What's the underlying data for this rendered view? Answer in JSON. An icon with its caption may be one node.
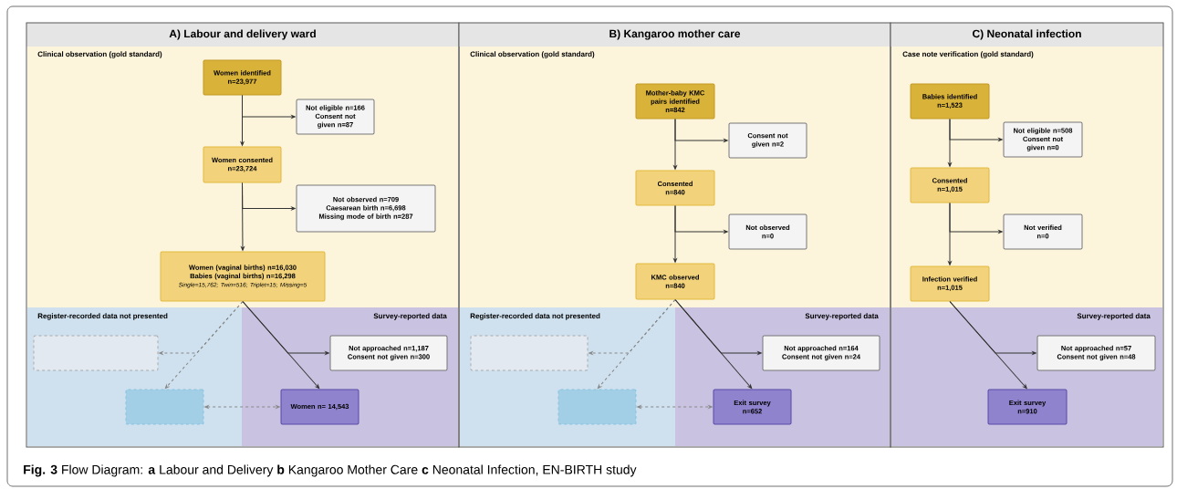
{
  "diagram": {
    "caption": "**Fig. 3** Flow Diagram: **a** Labour and Delivery **b** Kangaroo Mother Care **c** Neonatal Infection, EN-BIRTH study",
    "nodes": [
      {
        "text": [
          "A) Labour and delivery ward"
        ]
      },
      {
        "text": [
          "Clinical observation (gold standard)"
        ],
        "in": 0
      },
      {
        "text": [
          "Women identified",
          "n=23,977"
        ],
        "in": 1
      },
      {
        "text": [
          "Not eligible n=166",
          "Consent not given n=87"
        ],
        "in": 1
      },
      {
        "text": [
          "Women consented",
          "n=23,724"
        ],
        "in": 1
      },
      {
        "text": [
          "Not observed n=709",
          "Caesarean birth n=6,698",
          "Missing mode of birth n=287"
        ],
        "in": 1
      },
      {
        "text": [
          "Women (vaginal births) n=16,030",
          "Babies (vaginal births) n=16,298",
          "Single=15,762; Twin=516; Triplet=15; Missing=5"
        ],
        "in": 1
      },
      {
        "text": [
          "Register-recorded data not presented"
        ],
        "in": 0
      },
      {
        "text": [],
        "shape": "box",
        "in": 7
      },
      {
        "text": [],
        "shape": "box",
        "in": 7
      },
      {
        "text": [
          "Survey-reported data"
        ],
        "in": 0
      },
      {
        "text": [
          "Not approached n=1,187",
          "Consent not given n=300"
        ],
        "in": 10
      },
      {
        "text": [
          "Women n= 14,543"
        ],
        "in": 10
      },
      {
        "text": [
          "B) Kangaroo mother care"
        ]
      },
      {
        "text": [
          "Clinical observation (gold standard)"
        ],
        "in": 13
      },
      {
        "text": [
          "Mother-baby KMC pairs identified",
          "n=842"
        ],
        "in": 14
      },
      {
        "text": [
          "Consent not given n=2"
        ],
        "in": 14
      },
      {
        "text": [
          "Consented",
          "n=840"
        ],
        "in": 14
      },
      {
        "text": [
          "Not observed",
          "n=0"
        ],
        "in": 14
      },
      {
        "text": [
          "KMC observed",
          "n=840"
        ],
        "in": 14
      },
      {
        "text": [
          "Register-recorded data not presented"
        ],
        "in": 13
      },
      {
        "text": [],
        "shape": "box",
        "in": 20
      },
      {
        "text": [],
        "shape": "box",
        "in": 20
      },
      {
        "text": [
          "Survey-reported data"
        ],
        "in": 13
      },
      {
        "text": [
          "Not approached n=164",
          "Consent not given n=24"
        ],
        "in": 23
      },
      {
        "text": [
          "Exit survey",
          "n=652"
        ],
        "in": 23
      },
      {
        "text": [
          "C) Neonatal infection"
        ]
      },
      {
        "text": [
          "Case note verification (gold standard)"
        ],
        "in": 26
      },
      {
        "text": [
          "Babies identified",
          "n=1,523"
        ],
        "in": 27
      },
      {
        "text": [
          "Not eligible n=508",
          "Consent not given n=0"
        ],
        "in": 27
      },
      {
        "text": [
          "Consented",
          "n=1,015"
        ],
        "in": 27
      },
      {
        "text": [
          "Not verified",
          "n=0"
        ],
        "in": 27
      },
      {
        "text": [
          "Infection verified",
          "n=1,015"
        ],
        "in": 27
      },
      {
        "text": [
          "Survey-reported data"
        ],
        "in": 26
      },
      {
        "text": [
          "Not approached n=57",
          "Consent not given n=48"
        ],
        "in": 33
      },
      {
        "text": [
          "Exit survey",
          "n=910"
        ],
        "in": 33
      }
    ],
    "edges": [
      {
        "from": 2,
        "to": 4,
        "arrow": "to"
      },
      {
        "from": 2,
        "to": 3,
        "arrow": "to"
      },
      {
        "from": 4,
        "to": 6,
        "arrow": "to"
      },
      {
        "from": 4,
        "to": 5,
        "arrow": "to"
      },
      {
        "from": 6,
        "to": 12,
        "arrow": "to"
      },
      {
        "from": 6,
        "to": 11,
        "arrow": "to"
      },
      {
        "from": 6,
        "to": 9,
        "arrow": "to",
        "style": "dashed",
        "color": "#888888"
      },
      {
        "from": 6,
        "to": 8,
        "arrow": "to",
        "style": "dashed",
        "color": "#888888"
      },
      {
        "from": 9,
        "to": 12,
        "arrow": "both",
        "style": "dashed",
        "color": "#888888"
      },
      {
        "from": 15,
        "to": 17,
        "arrow": "to"
      },
      {
        "from": 15,
        "to": 16,
        "arrow": "to"
      },
      {
        "from": 17,
        "to": 19,
        "arrow": "to"
      },
      {
        "from": 17,
        "to": 18,
        "arrow": "to"
      },
      {
        "from": 19,
        "to": 25,
        "arrow": "to"
      },
      {
        "from": 19,
        "to": 24,
        "arrow": "to"
      },
      {
        "from": 19,
        "to": 22,
        "arrow": "to",
        "style": "dashed",
        "color": "#888888"
      },
      {
        "from": 19,
        "to": 21,
        "arrow": "to",
        "style": "dashed",
        "color": "#888888"
      },
      {
        "from": 22,
        "to": 25,
        "arrow": "both",
        "style": "dashed",
        "color": "#888888"
      },
      {
        "from": 28,
        "to": 30,
        "arrow": "to"
      },
      {
        "from": 28,
        "to": 29,
        "arrow": "to"
      },
      {
        "from": 30,
        "to": 32,
        "arrow": "to"
      },
      {
        "from": 30,
        "to": 31,
        "arrow": "to"
      },
      {
        "from": 32,
        "to": 35,
        "arrow": "to"
      },
      {
        "from": 32,
        "to": 34,
        "arrow": "to"
      }
    ]
  }
}
